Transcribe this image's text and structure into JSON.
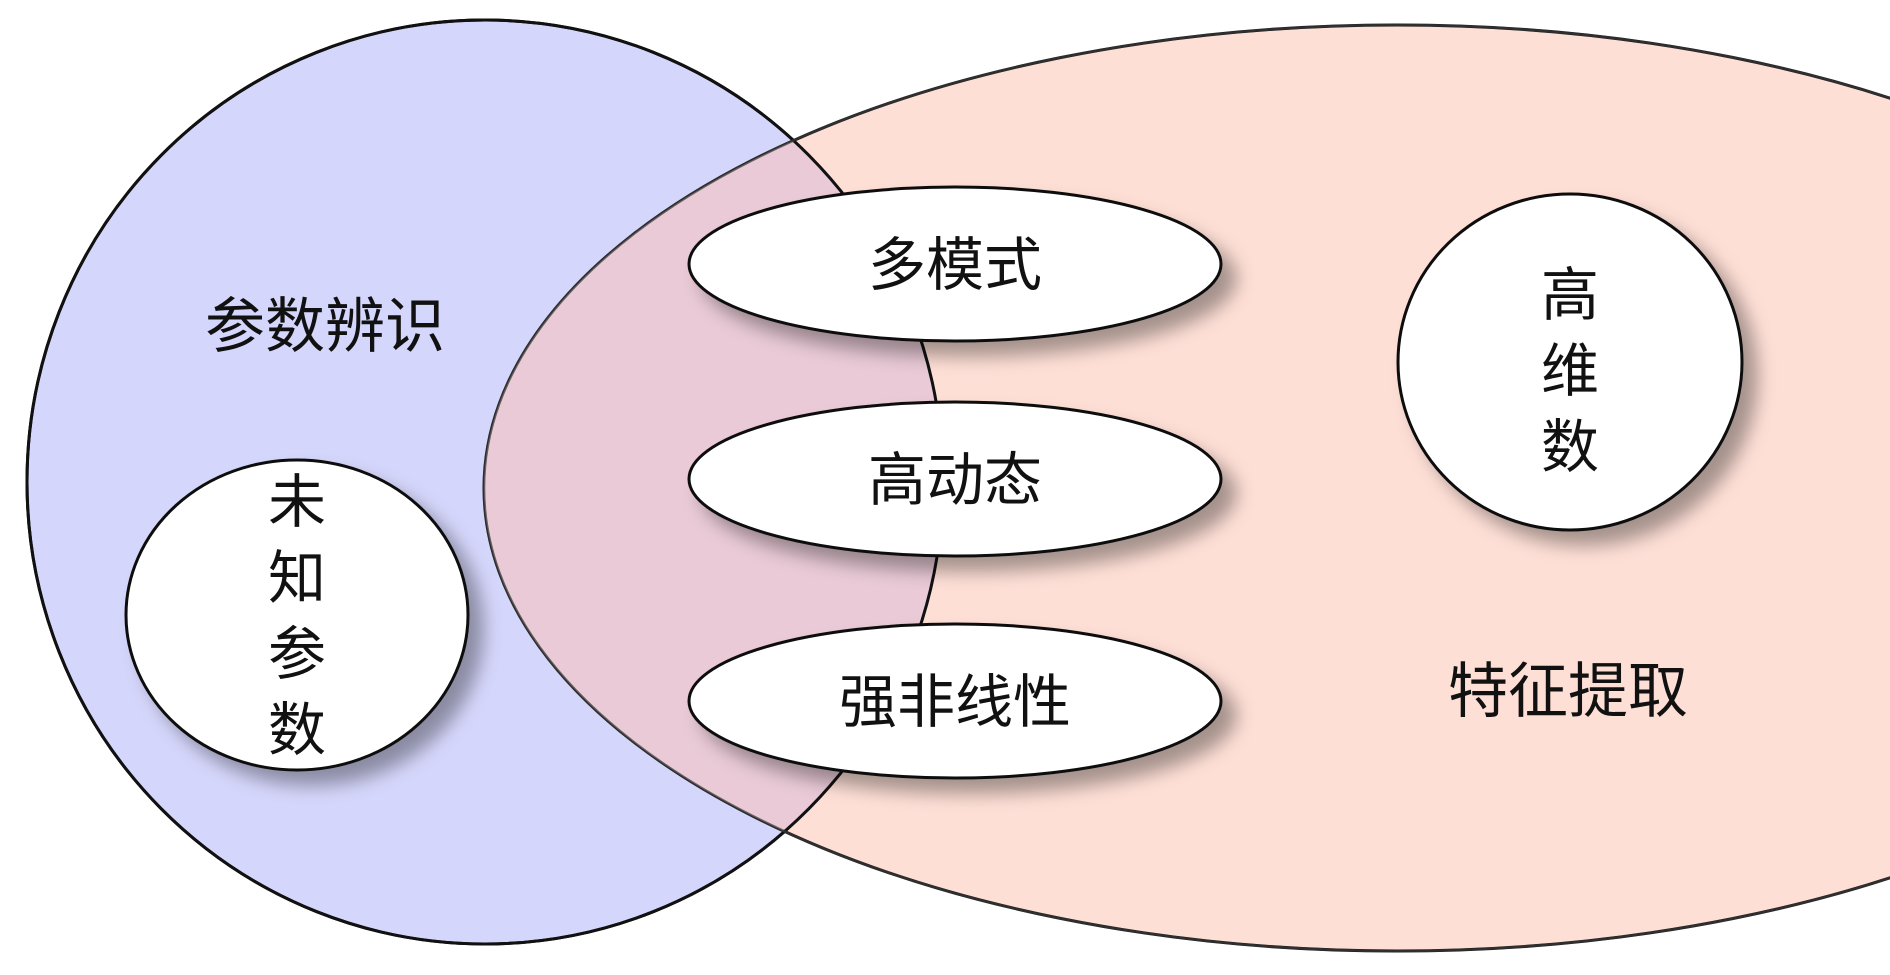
{
  "diagram": {
    "left_set": {
      "label": "参数辨识",
      "fill": "#d5d6fb",
      "inner_circle": {
        "chars": [
          "未",
          "知",
          "参",
          "数"
        ]
      }
    },
    "right_set": {
      "label": "特征提取",
      "fill": "#fedfd6",
      "inner_circle": {
        "chars": [
          "高",
          "维",
          "数"
        ]
      }
    },
    "intersection": {
      "fill": "#e9cad6",
      "items": [
        {
          "label": "多模式"
        },
        {
          "label": "高动态"
        },
        {
          "label": "强非线性"
        }
      ]
    },
    "stroke": "#111111"
  }
}
